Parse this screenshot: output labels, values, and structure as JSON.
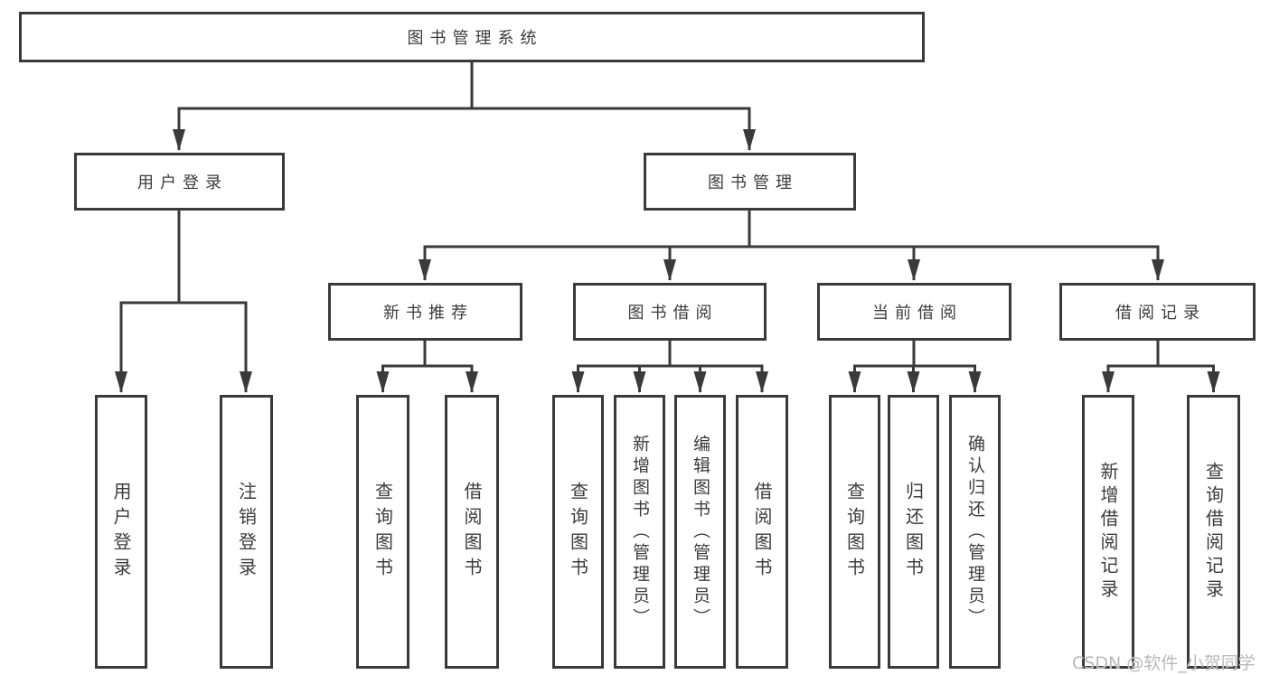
{
  "diagram_title": "图书管理系统",
  "nodes": {
    "root": {
      "label": "图书管理系统"
    },
    "user_login_branch": {
      "label": "用户登录"
    },
    "book_management": {
      "label": "图书管理"
    },
    "new_book_recommend": {
      "label": "新书推荐"
    },
    "book_borrowing": {
      "label": "图书借阅"
    },
    "current_borrowing": {
      "label": "当前借阅"
    },
    "borrowing_records": {
      "label": "借阅记录"
    },
    "leaf_user_login": {
      "label": "用户登录"
    },
    "leaf_logout": {
      "label": "注销登录"
    },
    "leaf_query_books_recommend": {
      "label": "查询图书"
    },
    "leaf_borrow_books_recommend": {
      "label": "借阅图书"
    },
    "leaf_query_books_borrowing": {
      "label": "查询图书"
    },
    "leaf_add_books_admin": {
      "label": "新增图书（管理员）"
    },
    "leaf_edit_books_admin": {
      "label": "编辑图书（管理员）"
    },
    "leaf_borrow_books_borrowing": {
      "label": "借阅图书"
    },
    "leaf_query_books_current": {
      "label": "查询图书"
    },
    "leaf_return_books": {
      "label": "归还图书"
    },
    "leaf_confirm_return_admin": {
      "label": "确认归还（管理员）"
    },
    "leaf_add_borrow_record": {
      "label": "新增借阅记录"
    },
    "leaf_query_borrow_record": {
      "label": "查询借阅记录"
    }
  },
  "watermark": {
    "text": "CSDN @软件_小贺同学"
  },
  "colors": {
    "line": "#3a3a3a",
    "border": "#3a3a3a",
    "text": "#3c3c3c",
    "watermark": "#b9b9b9",
    "background": "#ffffff"
  }
}
